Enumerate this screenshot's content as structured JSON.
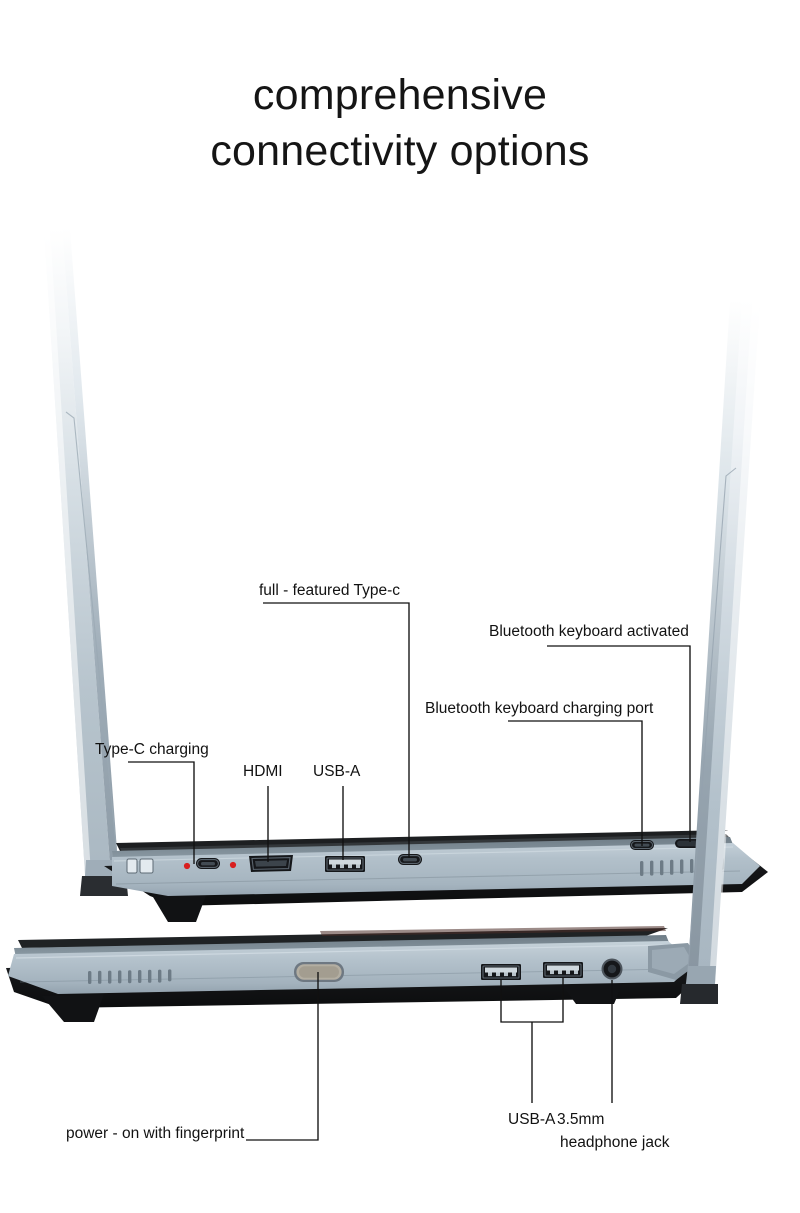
{
  "page": {
    "background_color": "#ffffff",
    "text_color": "#121212"
  },
  "header": {
    "title": "comprehensive\nconnectivity options",
    "title_line_1": "comprehensive",
    "title_line_2": "connectivity options"
  },
  "product": {
    "description": "dual-screen laptop shown from the side, upper unit with lid open and lower unit closed",
    "chassis_color": "#aebdc7",
    "chassis_top_edge_color": "#7d8c96",
    "chassis_base_color": "#191a1c",
    "screen_edge_color": "#b4c2cb",
    "port_color": "#15171a",
    "led_red_color": "#d81f1f",
    "led_pink_color": "#e060b8",
    "leader_line_color": "#111111"
  },
  "callouts": {
    "upper_unit": [
      {
        "id": "type-c-charging",
        "label": "Type-C charging",
        "port_type": "usb-c",
        "side": "left"
      },
      {
        "id": "hdmi",
        "label": "HDMI",
        "port_type": "hdmi",
        "side": "left"
      },
      {
        "id": "usb-a-upper",
        "label": "USB-A",
        "port_type": "usb-a",
        "side": "left"
      },
      {
        "id": "full-featured-type-c",
        "label": "full - featured Type-c",
        "port_type": "usb-c",
        "side": "center"
      },
      {
        "id": "bluetooth-keyboard-charging-port",
        "label": "Bluetooth keyboard charging port",
        "port_type": "usb-c",
        "side": "right"
      },
      {
        "id": "bluetooth-keyboard-activated",
        "label": "Bluetooth keyboard activated",
        "port_type": "indicator-slot",
        "side": "right"
      }
    ],
    "lower_unit": [
      {
        "id": "power-on-with-fingerprint",
        "label": "power - on with fingerprint",
        "port_type": "power-button",
        "side": "left"
      },
      {
        "id": "usb-a-lower",
        "label": "USB-A",
        "port_type": "usb-a",
        "count": 2,
        "side": "right"
      },
      {
        "id": "headphone-jack",
        "label": "3.5mm\nheadphone jack",
        "label_line_1": "3.5mm",
        "label_line_2": "headphone jack",
        "port_type": "audio-jack",
        "side": "right"
      }
    ]
  }
}
